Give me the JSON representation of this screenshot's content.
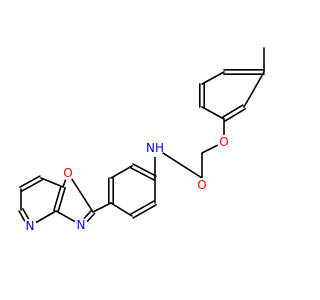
{
  "molecule": {
    "colors": {
      "bond": "#000000",
      "O": "#ff0000",
      "N": "#0000ff",
      "background": "#ffffff"
    },
    "atom_labels": {
      "o_ether": "O",
      "o_carbonyl": "O",
      "n_amide": "NH",
      "o_oxazole": "O",
      "n_oxazole": "N",
      "n_pyridine": "N"
    }
  }
}
